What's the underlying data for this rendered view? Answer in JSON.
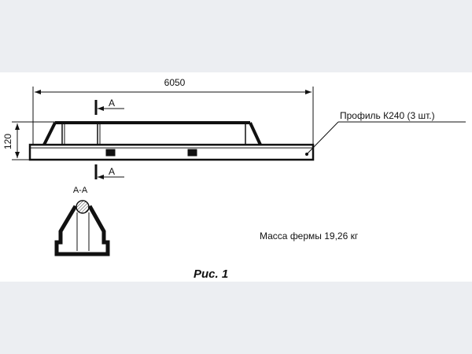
{
  "drawing": {
    "length_dim": "6050",
    "height_dim": "120",
    "section_mark": "A",
    "section_title": "A-A",
    "profile_callout": "Профиль К240 (3 шт.)",
    "mass_note": "Масса фермы 19,26 кг",
    "figure_caption": "Рис. 1"
  }
}
